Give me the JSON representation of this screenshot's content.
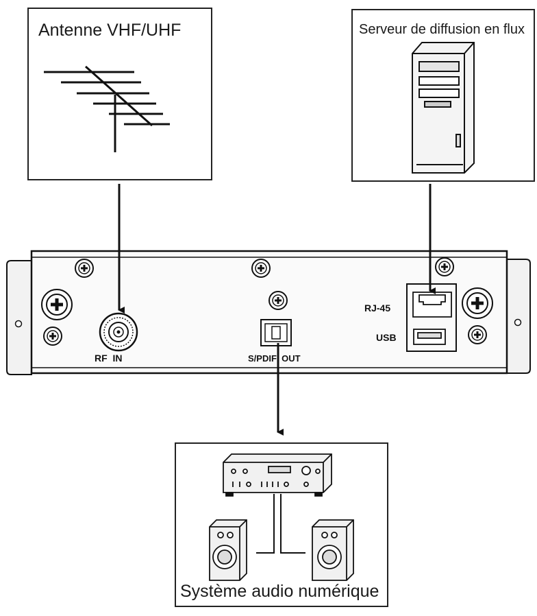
{
  "boxes": {
    "antenna": {
      "label": "Antenne VHF/UHF"
    },
    "server": {
      "label": "Serveur de diffusion en flux"
    },
    "audio": {
      "label": "Système audio numérique"
    }
  },
  "panel": {
    "rf_label": "RF  IN",
    "spdif_label": "S/PDIF  OUT",
    "rj45_label": "RJ-45",
    "usb_label": "USB"
  },
  "colors": {
    "stroke": "#1a1a1a",
    "panel_fill": "#f2f2f2",
    "box_fill": "#ffffff"
  }
}
